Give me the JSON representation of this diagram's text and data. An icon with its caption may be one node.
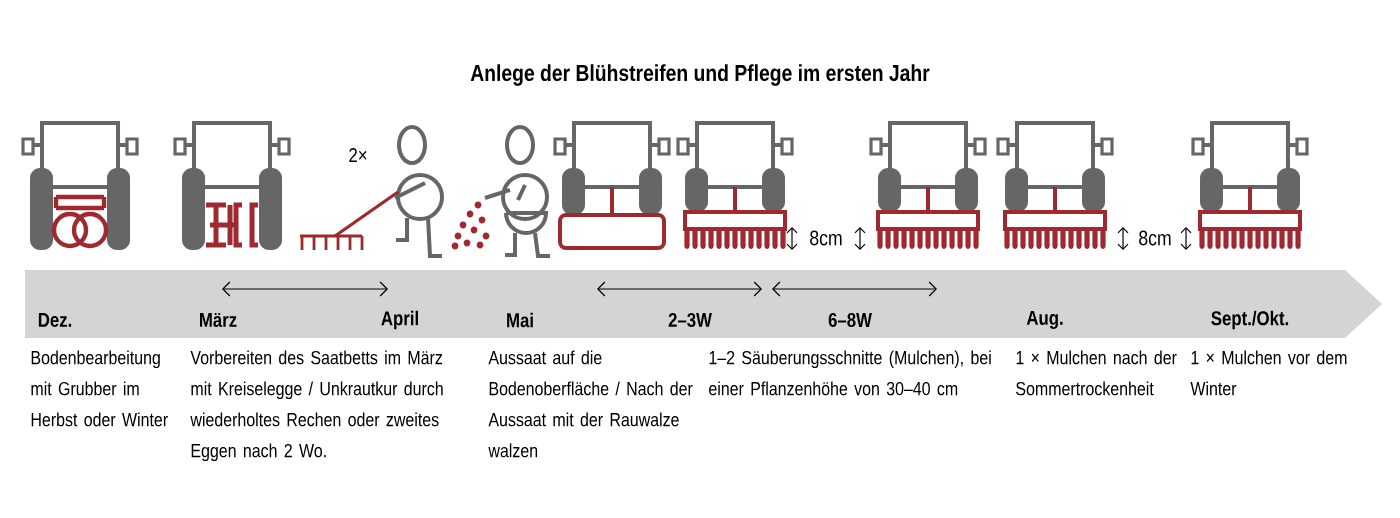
{
  "diagram": {
    "title": "Anlege der Blühstreifen und Pflege im ersten Jahr",
    "labels": [
      "2×",
      "8cm",
      "8cm",
      "Dez.",
      "März",
      "April",
      "Mai",
      "2–3W",
      "6–8W",
      "Aug.",
      "Sept./Okt.",
      "Bodenbearbeitung mit Grubber im Herbst oder Winter",
      "Vorbereiten des Saatbetts im März mit Kreiselegge / Unkrautkur durch wiederholtes Rechen oder zweites Eggen nach 2 Wo.",
      "Aussaat auf die Bodenoberfläche / Nach der Aussaat mit der Rauwalze walzen",
      "1–2 Säuberungsschnitte (Mulchen), bei einer Pflanzenhöhe von 30–40 cm",
      "1 × Mulchen nach der Sommertrockenheit",
      "1 × Mulchen vor dem Winter"
    ]
  }
}
